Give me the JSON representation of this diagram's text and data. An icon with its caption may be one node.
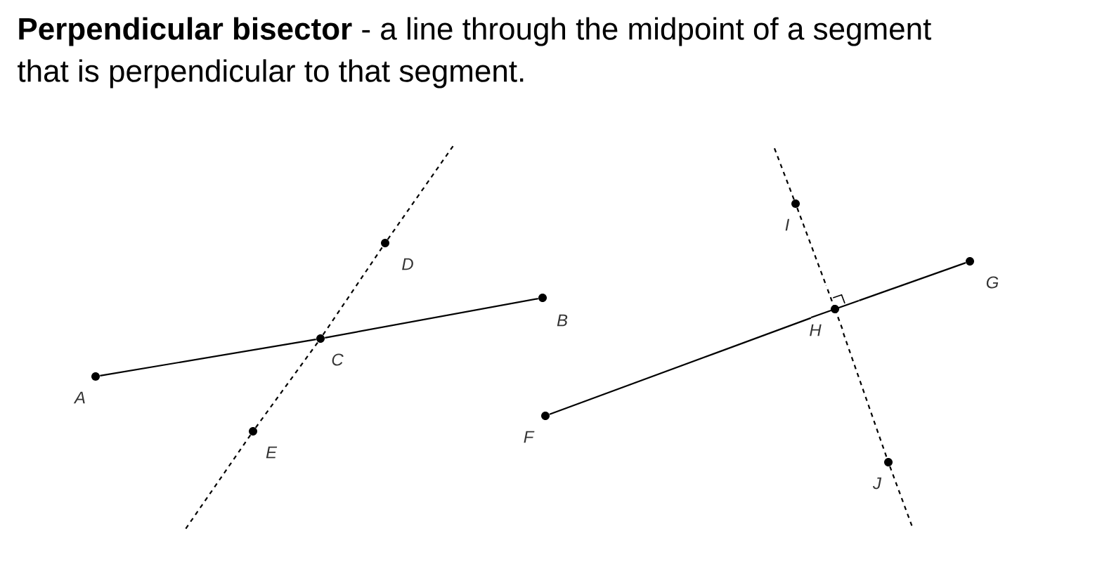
{
  "diagram": {
    "title": "**Perpendicular bisector** - a line through the midpoint of a segment that is perpendicular to that segment.",
    "nodes": [
      {
        "text": [
          "A"
        ]
      },
      {
        "text": [
          "B"
        ]
      },
      {
        "text": [
          "C"
        ]
      },
      {
        "text": [
          "D"
        ]
      },
      {
        "text": [
          "E"
        ]
      },
      {
        "text": [
          "F"
        ]
      },
      {
        "text": [
          "G"
        ]
      },
      {
        "text": [
          "H"
        ]
      },
      {
        "text": [
          "I"
        ]
      },
      {
        "text": [
          "J"
        ]
      }
    ],
    "edges": [
      {
        "from": 0,
        "to": 2,
        "arrow": "none"
      },
      {
        "from": 2,
        "to": 1,
        "arrow": "none"
      },
      {
        "from": 4,
        "to": 2,
        "arrow": "none",
        "style": "dashed"
      },
      {
        "from": 2,
        "to": 3,
        "arrow": "none",
        "style": "dashed"
      },
      {
        "from": 3,
        "to": null,
        "arrow": "none",
        "style": "dashed"
      },
      {
        "from": 4,
        "to": null,
        "arrow": "none",
        "style": "dashed"
      },
      {
        "from": 5,
        "to": 7,
        "arrow": "none"
      },
      {
        "from": 7,
        "to": 6,
        "arrow": "none"
      },
      {
        "from": 8,
        "to": 7,
        "arrow": "none",
        "style": "dashed"
      },
      {
        "from": 7,
        "to": 9,
        "arrow": "none",
        "style": "dashed"
      },
      {
        "from": 8,
        "to": null,
        "arrow": "none",
        "style": "dashed"
      },
      {
        "from": 9,
        "to": null,
        "arrow": "none",
        "style": "dashed"
      }
    ]
  }
}
